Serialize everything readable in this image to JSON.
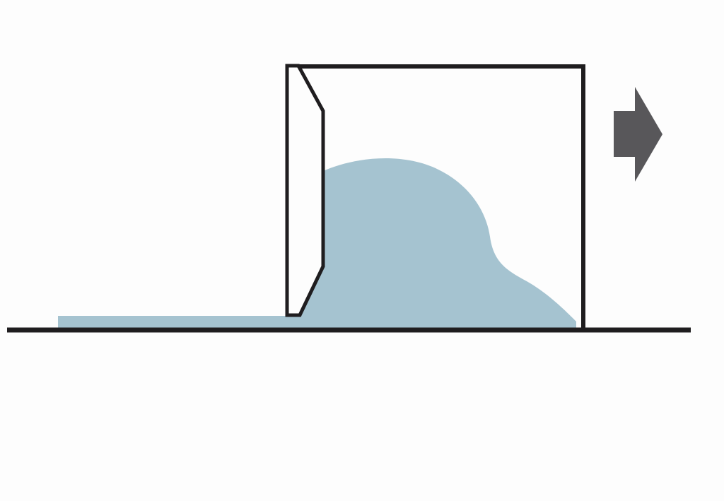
{
  "diagram": {
    "colors": {
      "background": "#fdfdfd",
      "outline": "#1f1d1f",
      "material": "#a5c3d0",
      "arrow": "#58575a"
    },
    "elements": {
      "ground": "ground-line",
      "box": "open-box",
      "blade": "blade",
      "material": "material-pile",
      "arrow": "direction-arrow",
      "arrow_direction": "right"
    }
  }
}
